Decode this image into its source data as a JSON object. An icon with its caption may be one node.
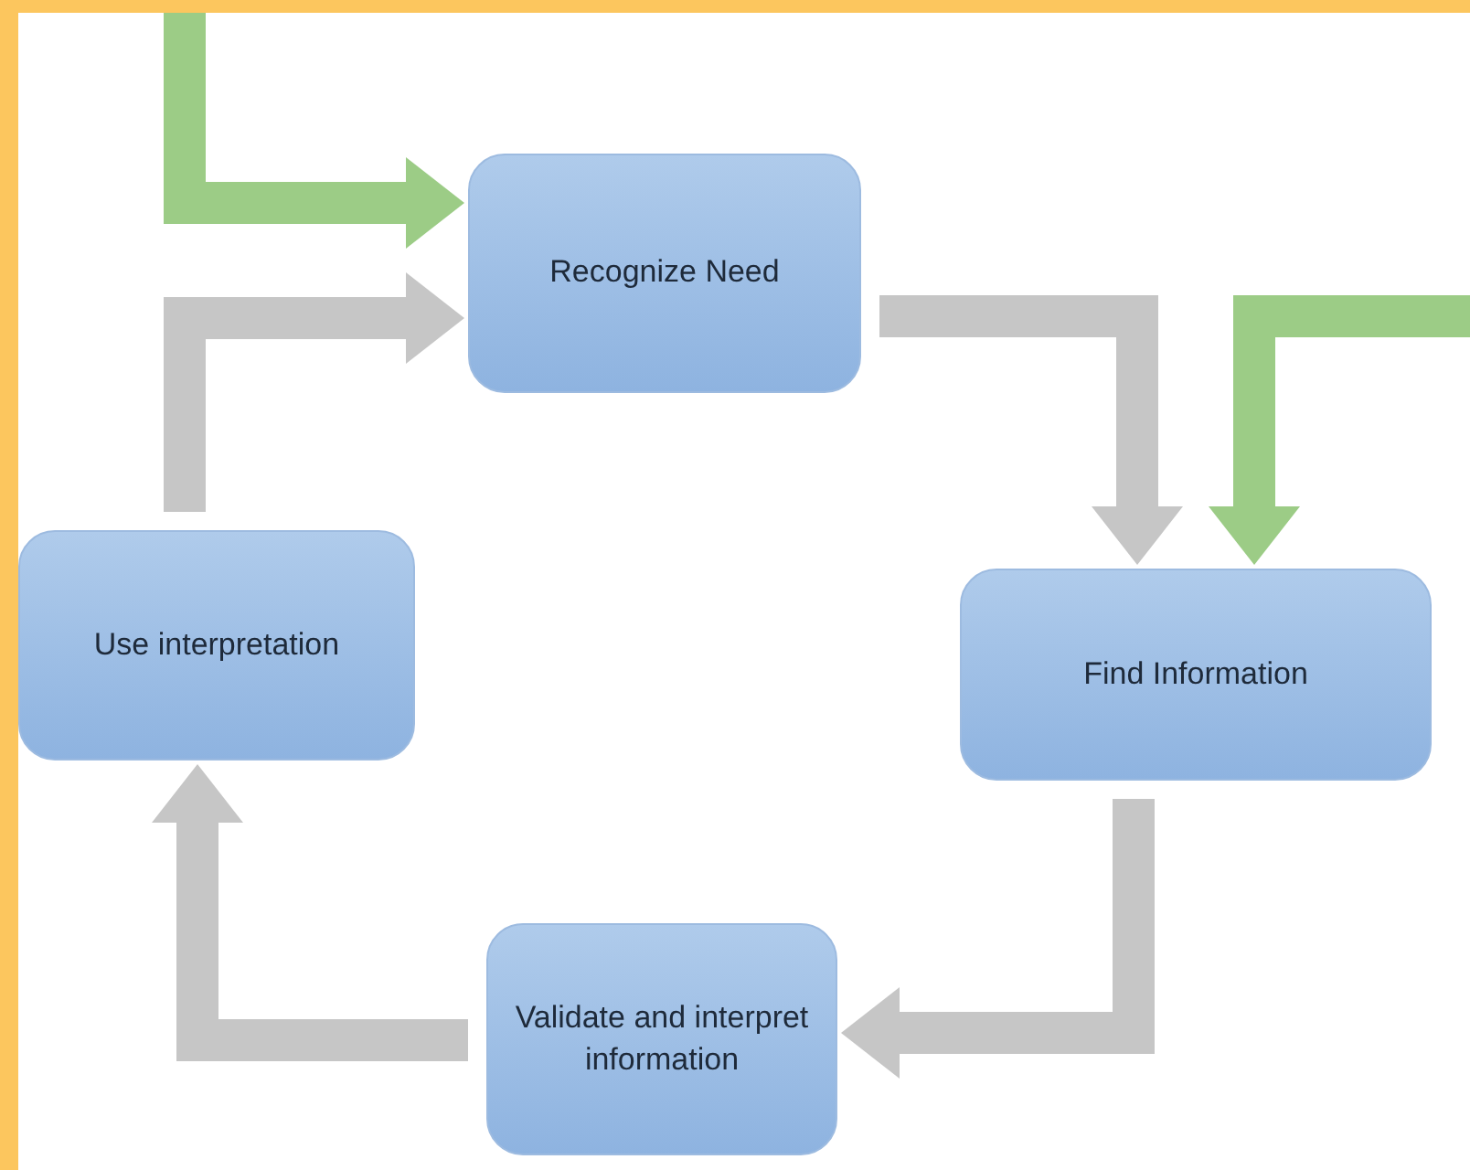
{
  "diagram": {
    "nodes": [
      {
        "text": [
          "Recognize Need"
        ]
      },
      {
        "text": [
          "Use interpretation"
        ]
      },
      {
        "text": [
          "Find Information"
        ]
      },
      {
        "text": [
          "Validate and interpret information"
        ]
      }
    ],
    "edges": [
      {
        "from": null,
        "to": 0,
        "arrow": "to",
        "color": "#9ccc86"
      },
      {
        "from": 0,
        "to": 2,
        "arrow": "to"
      },
      {
        "from": null,
        "to": 2,
        "arrow": "to",
        "color": "#9ccc86"
      },
      {
        "from": 2,
        "to": 3,
        "arrow": "to"
      },
      {
        "from": 3,
        "to": 1,
        "arrow": "to"
      },
      {
        "from": 1,
        "to": 0,
        "arrow": "to"
      }
    ]
  }
}
